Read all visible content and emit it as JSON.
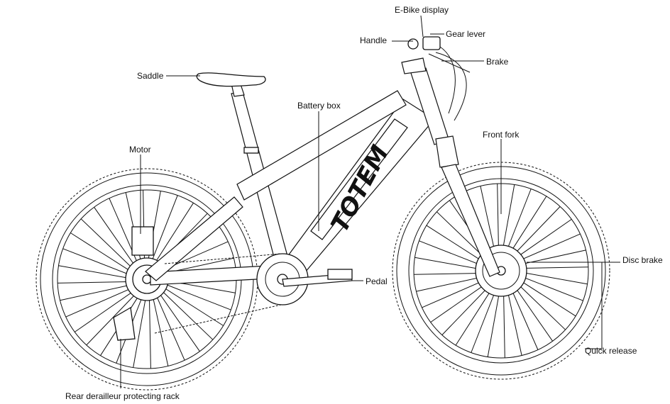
{
  "labels": {
    "ebike_display": "E-Bike display",
    "handle": "Handle",
    "gear_lever": "Gear lever",
    "brake": "Brake",
    "saddle": "Saddle",
    "battery_box": "Battery box",
    "motor": "Motor",
    "front_fork": "Front fork",
    "disc_brake": "Disc brake",
    "pedal": "Pedal",
    "quick_release": "Quick release",
    "rear_derailleur_rack": "Rear derailleur protecting rack"
  },
  "brand_logo": "TOTEM"
}
